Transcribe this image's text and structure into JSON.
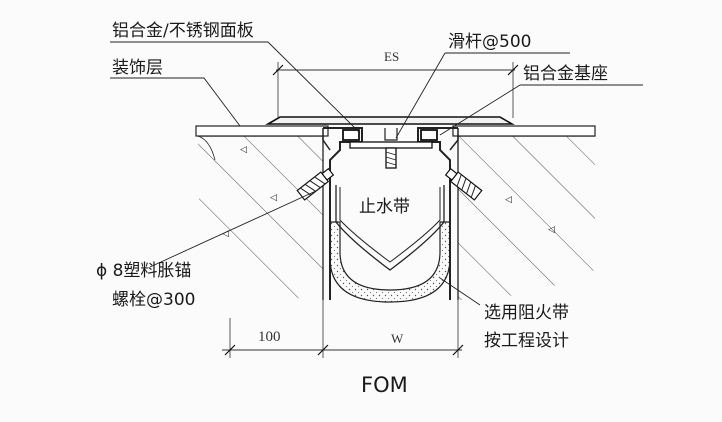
{
  "labels": {
    "panel": "铝合金/不锈钢面板",
    "finish": "装饰层",
    "rod": "滑杆@500",
    "base": "铝合金基座",
    "waterstop": "止水带",
    "anchor_line1": "ϕ 8塑料胀锚",
    "anchor_line2": "螺栓@300",
    "fire_line1": "选用阻火带",
    "fire_line2": "按工程设计"
  },
  "dimensions": {
    "es": "ES",
    "offset": "100",
    "width": "W"
  },
  "caption": "FOM"
}
